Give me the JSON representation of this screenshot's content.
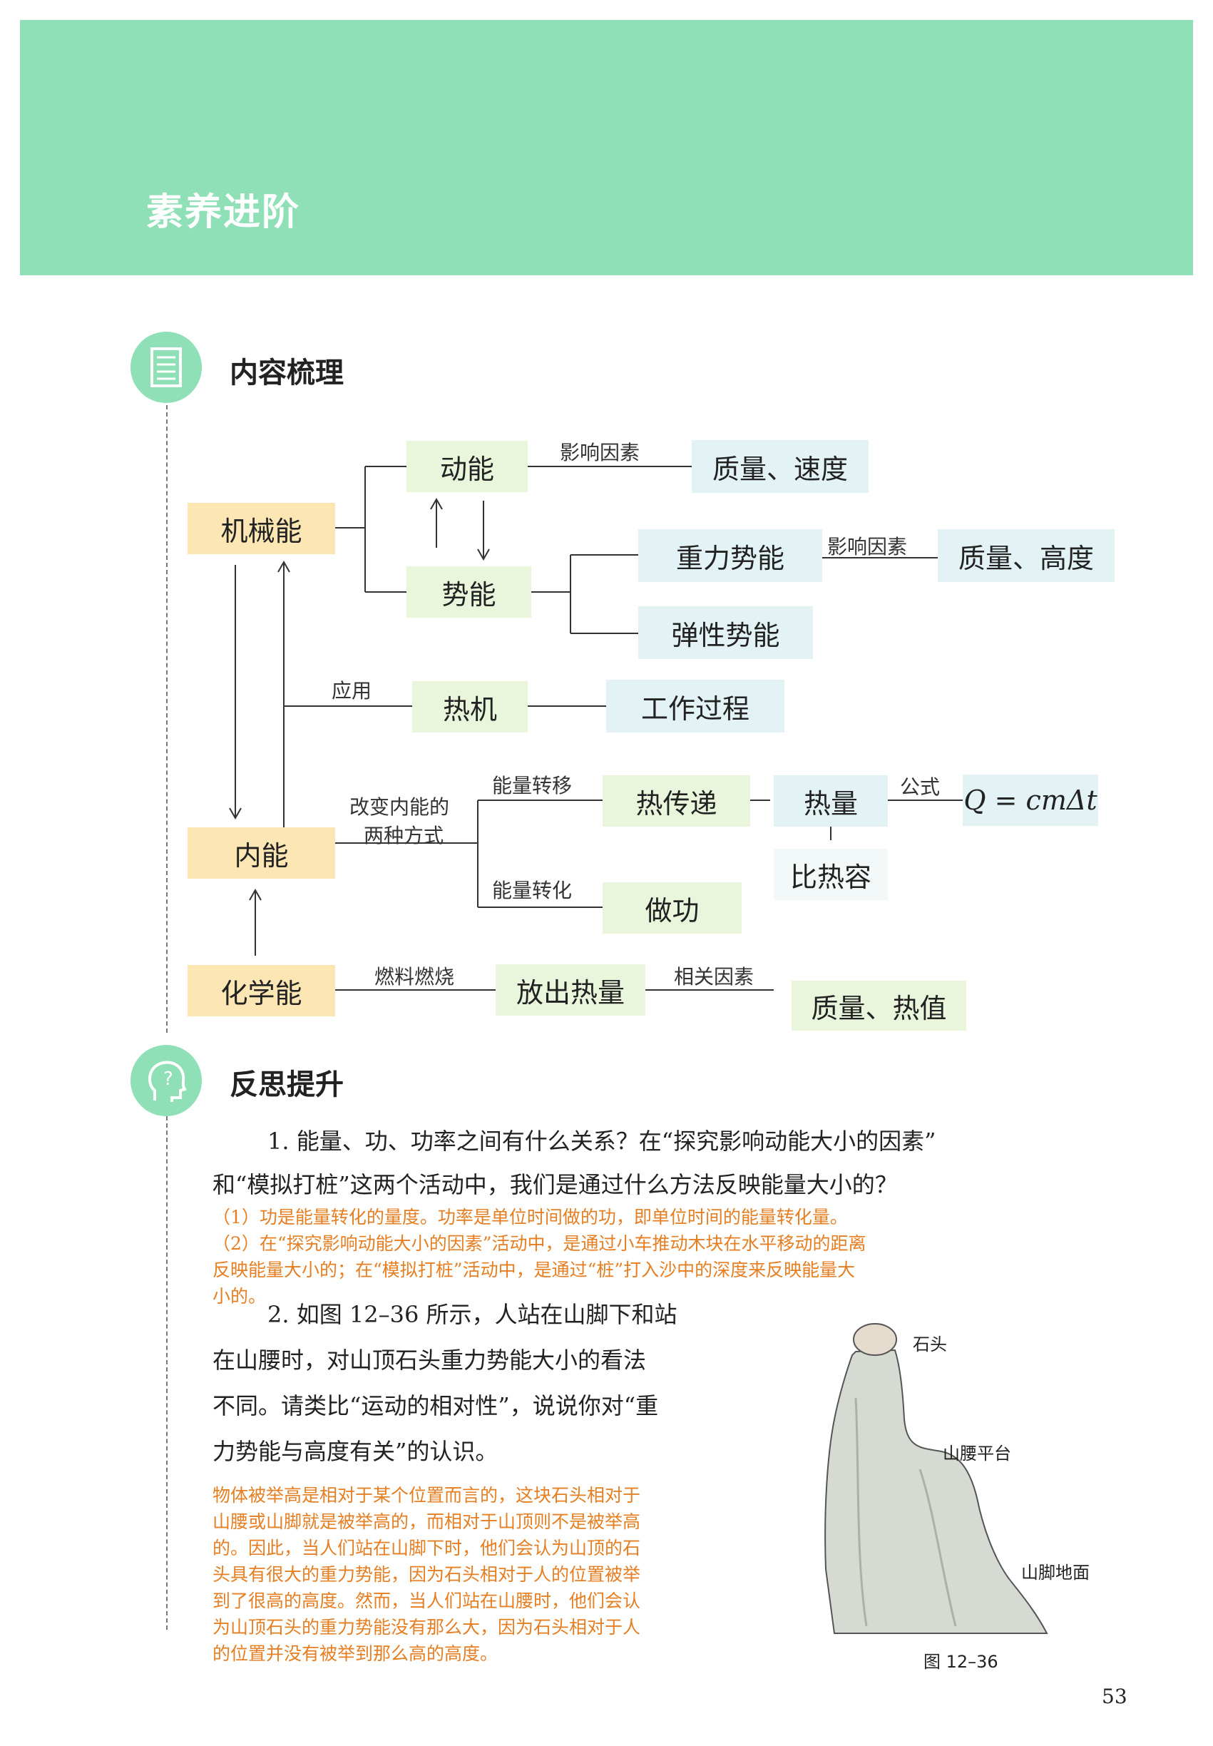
{
  "banner": {
    "title": "素养进阶"
  },
  "section1": {
    "title": "内容梳理"
  },
  "section2": {
    "title": "反思提升"
  },
  "concept_map": {
    "mechanical": "机械能",
    "kinetic": "动能",
    "potential": "势能",
    "kinetic_factor_label": "影响因素",
    "kinetic_factors": "质量、速度",
    "gravity_pe": "重力势能",
    "gravity_factor_label": "影响因素",
    "gravity_factors": "质量、高度",
    "elastic_pe": "弹性势能",
    "application_label": "应用",
    "heat_engine": "热机",
    "work_process": "工作过程",
    "internal": "内能",
    "two_ways_label_1": "改变内能的",
    "two_ways_label_2": "两种方式",
    "transfer_label": "能量转移",
    "conversion_label": "能量转化",
    "heat_transfer": "热传递",
    "heat": "热量",
    "formula_label": "公式",
    "formula": "Q = cmΔt",
    "specific_heat": "比热容",
    "work": "做功",
    "chemical": "化学能",
    "combustion_label": "燃料燃烧",
    "release_heat": "放出热量",
    "related_label": "相关因素",
    "release_factors": "质量、热值"
  },
  "questions": {
    "q1_line1": "1. 能量、功、功率之间有什么关系？在“探究影响动能大小的因素”",
    "q1_line2": "和“模拟打桩”这两个活动中，我们是通过什么方法反映能量大小的？",
    "a1_line1": "（1）功是能量转化的量度。功率是单位时间做的功，即单位时间的能量转化量。",
    "a1_line2": "（2）在“探究影响动能大小的因素”活动中，是通过小车推动木块在水平移动的距离",
    "a1_line3": "反映能量大小的；在“模拟打桩”活动中，是通过“桩”打入沙中的深度来反映能量大",
    "a1_line4": "小的。",
    "q2_line1": "2. 如图 12–36 所示，人站在山脚下和站",
    "q2_line2": "在山腰时，对山顶石头重力势能大小的看法",
    "q2_line3": "不同。请类比“运动的相对性”，说说你对“重",
    "q2_line4": "力势能与高度有关”的认识。",
    "a2_line1": "物体被举高是相对于某个位置而言的，这块石头相对于",
    "a2_line2": "山腰或山脚就是被举高的，而相对于山顶则不是被举高",
    "a2_line3": "的。因此，当人们站在山脚下时，他们会认为山顶的石",
    "a2_line4": "头具有很大的重力势能，因为石头相对于人的位置被举",
    "a2_line5": "到了很高的高度。然而，当人们站在山腰时，他们会认",
    "a2_line6": "为山顶石头的重力势能没有那么大，因为石头相对于人",
    "a2_line7": "的位置并没有被举到那么高的高度。"
  },
  "figure": {
    "stone": "石头",
    "waist": "山腰平台",
    "foot": "山脚地面",
    "caption": "图 12–36"
  },
  "page_number": "53",
  "colors": {
    "banner": "#8fe0b6",
    "yellow_box": "#fbe6b4",
    "green_box": "#eaf6dc",
    "blue_box": "#e3f3f5",
    "answer": "#e67e22"
  }
}
